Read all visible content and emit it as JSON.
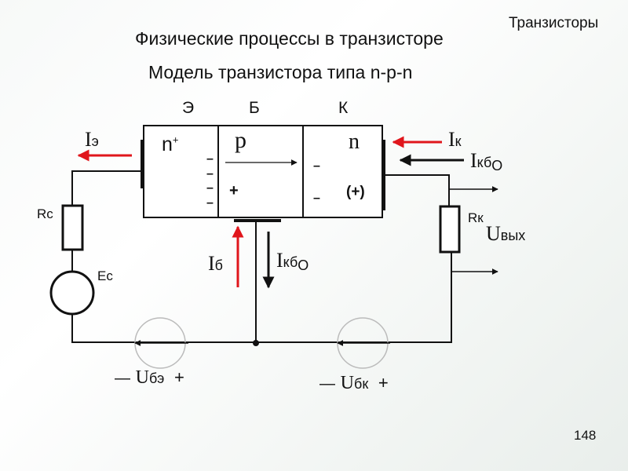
{
  "header": {
    "section": "Транзисторы",
    "title": "Физические процессы в транзисторе",
    "subtitle": "Модель транзистора типа n-p-n"
  },
  "terminals": {
    "emitter": "Э",
    "base": "Б",
    "collector": "К"
  },
  "regions": {
    "emitter": "n",
    "emitter_sup": "+",
    "base": "p",
    "collector": "n"
  },
  "charges": {
    "base_minus": "–",
    "base_plus": "+",
    "collector_minus": "–",
    "collector_plus": "(+)"
  },
  "currents": {
    "ie_main": "I",
    "ie_sub": "э",
    "ik_main": "I",
    "ik_sub": "к",
    "ikbo_main": "I",
    "ikbo_sub": "кб",
    "ikbo_sub2": "O",
    "ib_main": "I",
    "ib_sub": "б",
    "ikbo2_main": "I",
    "ikbo2_sub": "кб",
    "ikbo2_sub2": "O"
  },
  "components": {
    "rc": "Rc",
    "ec": "Ec",
    "rk": "Rк",
    "uout_main": "U",
    "uout_sub": "вых"
  },
  "sources": {
    "ube_minus": "—",
    "ube_main": "U",
    "ube_sub": "бэ",
    "ube_plus": "+",
    "ubk_minus": "—",
    "ubk_main": "U",
    "ubk_sub": "бк",
    "ubk_plus": "+"
  },
  "footer": {
    "page_number": "148"
  },
  "colors": {
    "red_arrow": "#e0161c",
    "line": "#111111"
  }
}
